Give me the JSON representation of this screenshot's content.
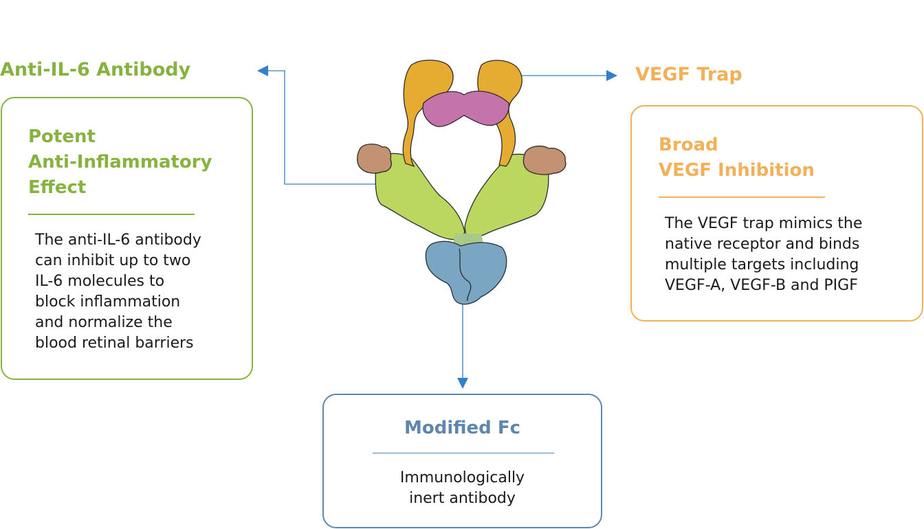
{
  "colors": {
    "green": "#86b340",
    "orange": "#f3b058",
    "steel": "#5f86ad",
    "connector": "#3081c8"
  },
  "labels": {
    "anti_il6": "Anti-IL-6 Antibody",
    "vegf_trap": "VEGF Trap"
  },
  "cards": {
    "left": {
      "heading": "Potent\nAnti-Inflammatory\nEffect",
      "body": "The anti-IL-6 antibody\ncan inhibit up to two\nIL-6 molecules to\nblock inflammation\nand normalize the\nblood retinal barriers"
    },
    "right": {
      "heading": "Broad\nVEGF Inhibition",
      "body": "The VEGF trap mimics the\nnative receptor and binds\nmultiple targets including\nVEGF-A, VEGF-B and PIGF"
    },
    "bottom": {
      "heading": "Modified Fc",
      "body": "Immunologically\ninert antibody"
    }
  },
  "molecule": {
    "parts": [
      "vegf-trap-domain",
      "vegf-ligand",
      "il6-molecule",
      "fab-arm",
      "fc-region"
    ]
  }
}
